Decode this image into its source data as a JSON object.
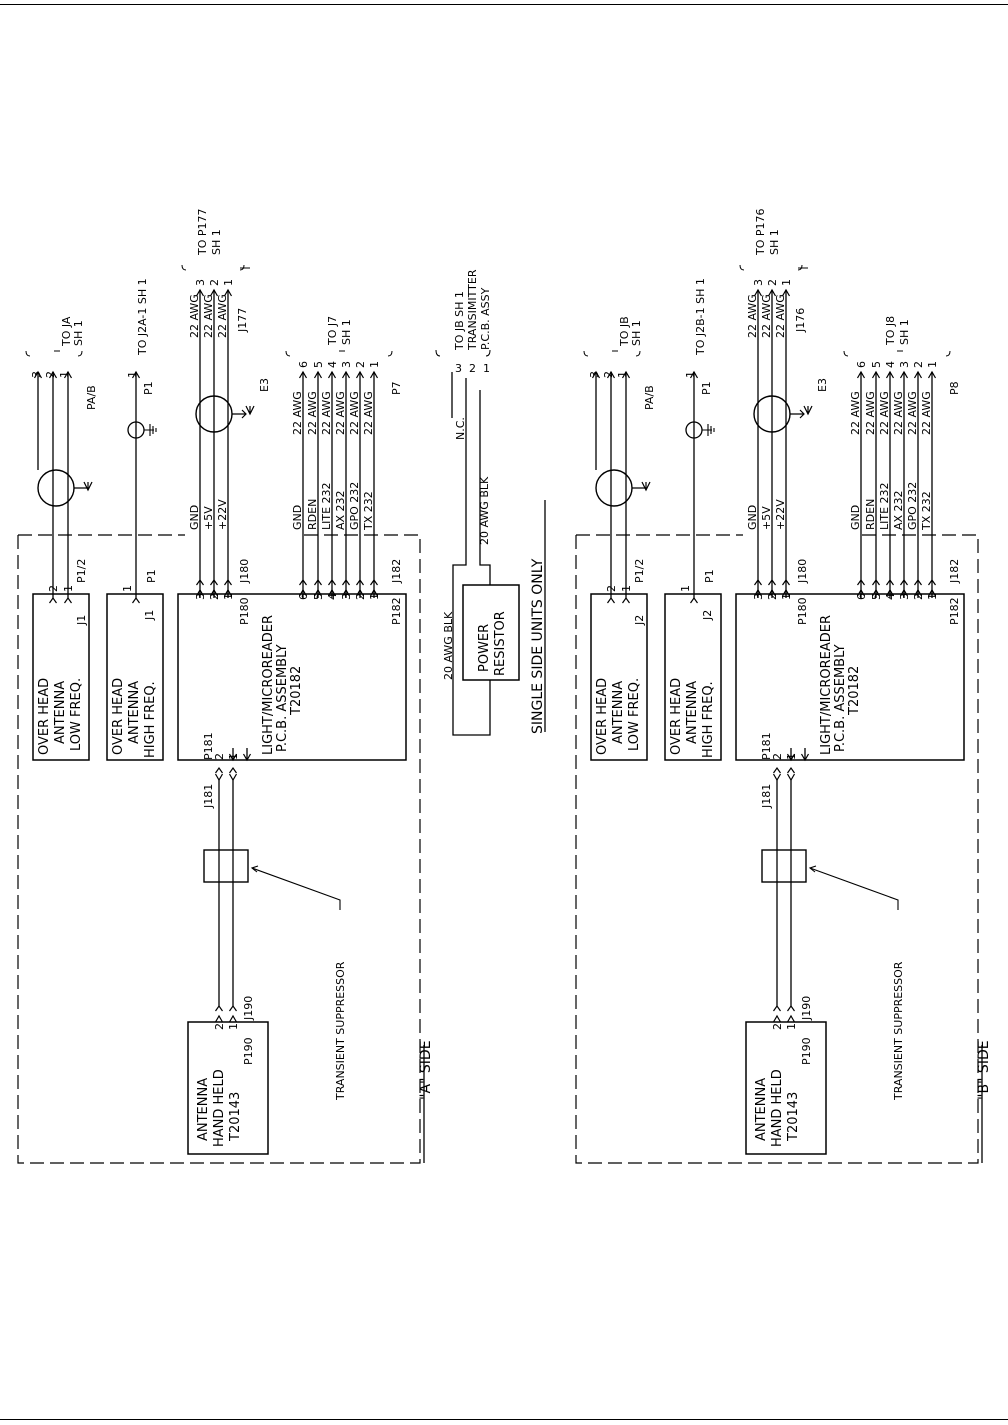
{
  "colors": {
    "ink": "#000000",
    "paper": "#ffffff"
  },
  "sides": [
    {
      "side_label": "\"A\" SIDE",
      "antenna_lf": [
        "OVER HEAD",
        "ANTENNA",
        "LOW FREQ."
      ],
      "lf_jack": "J1",
      "lf_plug": "P1/2",
      "lf_to": [
        "TO JA",
        "SH 1"
      ],
      "lf_ref": "PA/B",
      "antenna_hf": [
        "OVER HEAD",
        "ANTENNA",
        "HIGH FREQ."
      ],
      "hf_jack": "J1",
      "hf_plug": "P1",
      "hf_to": "TO J2A-1  SH 1",
      "hf_p": "P1",
      "pcb": [
        "LIGHT/MICROREADER",
        "P.C.B. ASSEMBLY",
        "T20182"
      ],
      "p180": "P180",
      "j180": "J180",
      "pwr_wires": [
        "GND",
        "+5V",
        "+22V"
      ],
      "pwr_awg": [
        "22 AWG",
        "22 AWG",
        "22 AWG"
      ],
      "pwr_conn": "J177",
      "pwr_to": [
        "TO P177",
        "SH 1"
      ],
      "e_ref": "E3",
      "p182": "P182",
      "j182": "J182",
      "sig_wires": [
        "GND",
        "RDEN",
        "LITE 232",
        "AX 232",
        "GPO 232",
        "TX 232"
      ],
      "sig_awg": [
        "22 AWG",
        "22 AWG",
        "22 AWG",
        "22 AWG",
        "22 AWG",
        "22 AWG"
      ],
      "sig_plug": "P7",
      "sig_to": [
        "TO J7",
        "SH 1"
      ],
      "handheld": [
        "ANTENNA",
        "HAND HELD",
        "T20143"
      ],
      "p190": "P190",
      "j190": "J190",
      "p181": "P181",
      "j181": "J181",
      "suppressor": "TRANSIENT SUPPRESSOR"
    },
    {
      "side_label": "\"B\" SIDE",
      "antenna_lf": [
        "OVER HEAD",
        "ANTENNA",
        "LOW FREQ."
      ],
      "lf_jack": "J2",
      "lf_plug": "P1/2",
      "lf_to": [
        "TO JB",
        "SH 1"
      ],
      "lf_ref": "PA/B",
      "antenna_hf": [
        "OVER HEAD",
        "ANTENNA",
        "HIGH FREQ."
      ],
      "hf_jack": "J2",
      "hf_plug": "P1",
      "hf_to": "TO J2B-1  SH 1",
      "hf_p": "P1",
      "pcb": [
        "LIGHT/MICROREADER",
        "P.C.B. ASSEMBLY",
        "T20182"
      ],
      "p180": "P180",
      "j180": "J180",
      "pwr_wires": [
        "GND",
        "+5V",
        "+22V"
      ],
      "pwr_awg": [
        "22 AWG",
        "22 AWG",
        "22 AWG"
      ],
      "pwr_conn": "J176",
      "pwr_to": [
        "TO P176",
        "SH 1"
      ],
      "e_ref": "E3",
      "p182": "P182",
      "j182": "J182",
      "sig_wires": [
        "GND",
        "RDEN",
        "LITE 232",
        "AX 232",
        "GPO 232",
        "TX 232"
      ],
      "sig_awg": [
        "22 AWG",
        "22 AWG",
        "22 AWG",
        "22 AWG",
        "22 AWG",
        "22 AWG"
      ],
      "sig_plug": "P8",
      "sig_to": [
        "TO J8",
        "SH 1"
      ],
      "handheld": [
        "ANTENNA",
        "HAND HELD",
        "T20143"
      ],
      "p190": "P190",
      "j190": "J190",
      "p181": "P181",
      "j181": "J181",
      "suppressor": "TRANSIENT SUPPRESSOR"
    }
  ],
  "single_side": {
    "title": "SINGLE SIDE UNITS ONLY",
    "resistor": [
      "POWER",
      "RESISTOR"
    ],
    "wire_a": "20 AWG BLK",
    "wire_b": "20 AWG BLK",
    "nc": "N.C.",
    "to": [
      "TO JB SH 1",
      "TRANSIMITTER",
      "P.C.B. ASSY"
    ]
  }
}
